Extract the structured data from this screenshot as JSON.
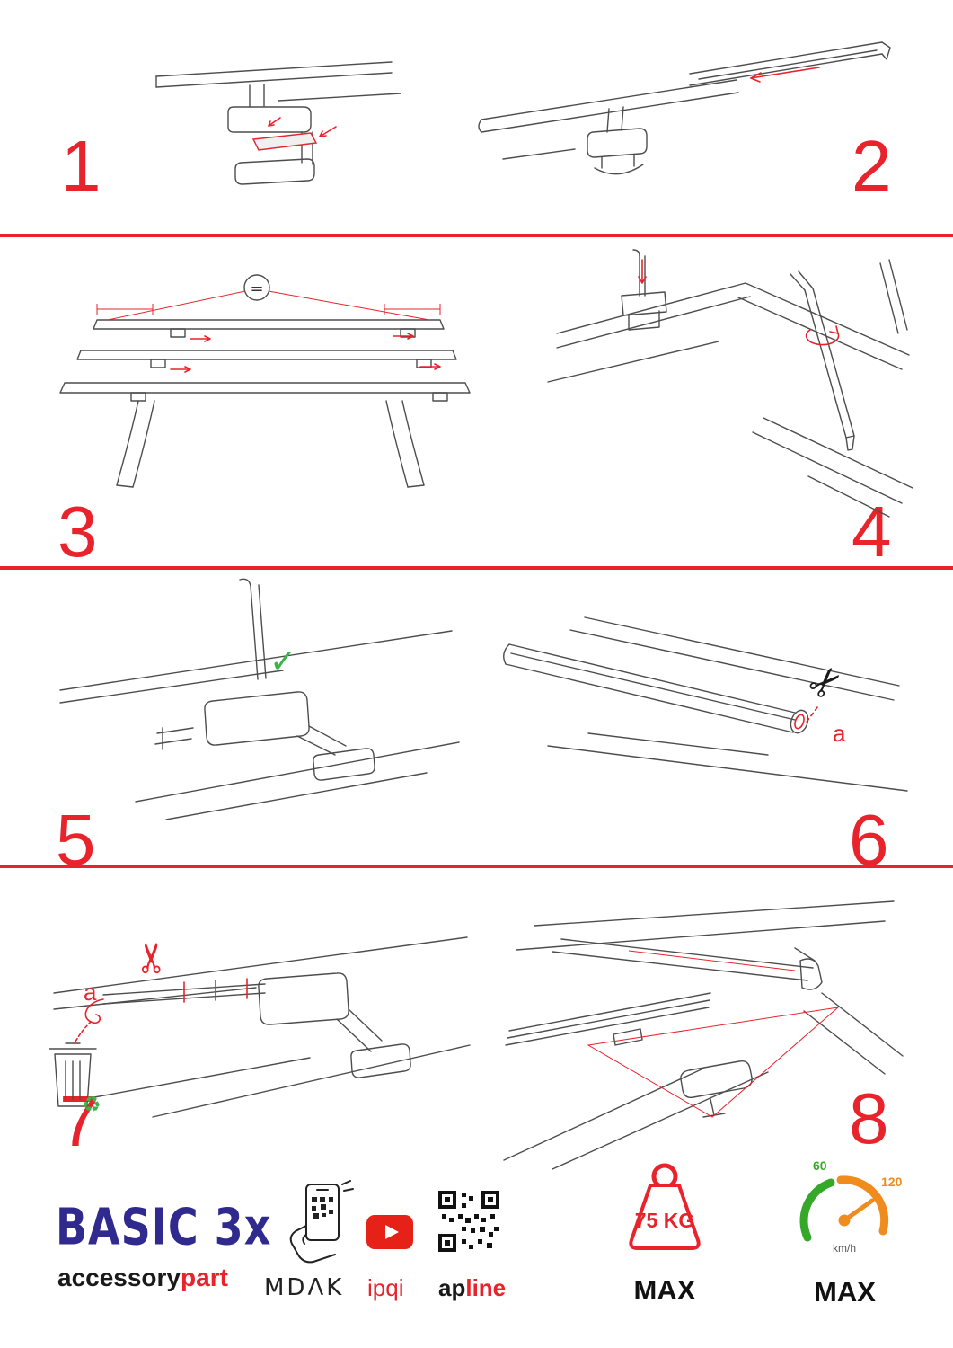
{
  "steps": {
    "n1": "1",
    "n2": "2",
    "n3": "3",
    "n4": "4",
    "n5": "5",
    "n6": "6",
    "n7": "7",
    "n8": "8",
    "equals": "=",
    "label_a6": "a",
    "label_a7": "a"
  },
  "icons": {
    "check": "✓",
    "scissors_black": "✂",
    "scissors_red": "✂",
    "recycle": "♻"
  },
  "footer": {
    "product": "BASIC 3x",
    "brand_left": "accessory",
    "brand_right": "part",
    "mdak": "MDΛK",
    "ipqi": "ipqi",
    "apline_left": "ap",
    "apline_right": "line",
    "weight": "75 KG",
    "weight_max": "MAX",
    "speed_low": "60",
    "speed_high": "120",
    "speed_unit": "km/h",
    "speed_max": "MAX"
  },
  "colors": {
    "accent_red": "#e8232b",
    "brand_blue": "#312a8e",
    "check_green": "#3bb54a",
    "speed_green": "#35a829",
    "speed_orange": "#f08c1e",
    "youtube_red": "#e62117"
  }
}
